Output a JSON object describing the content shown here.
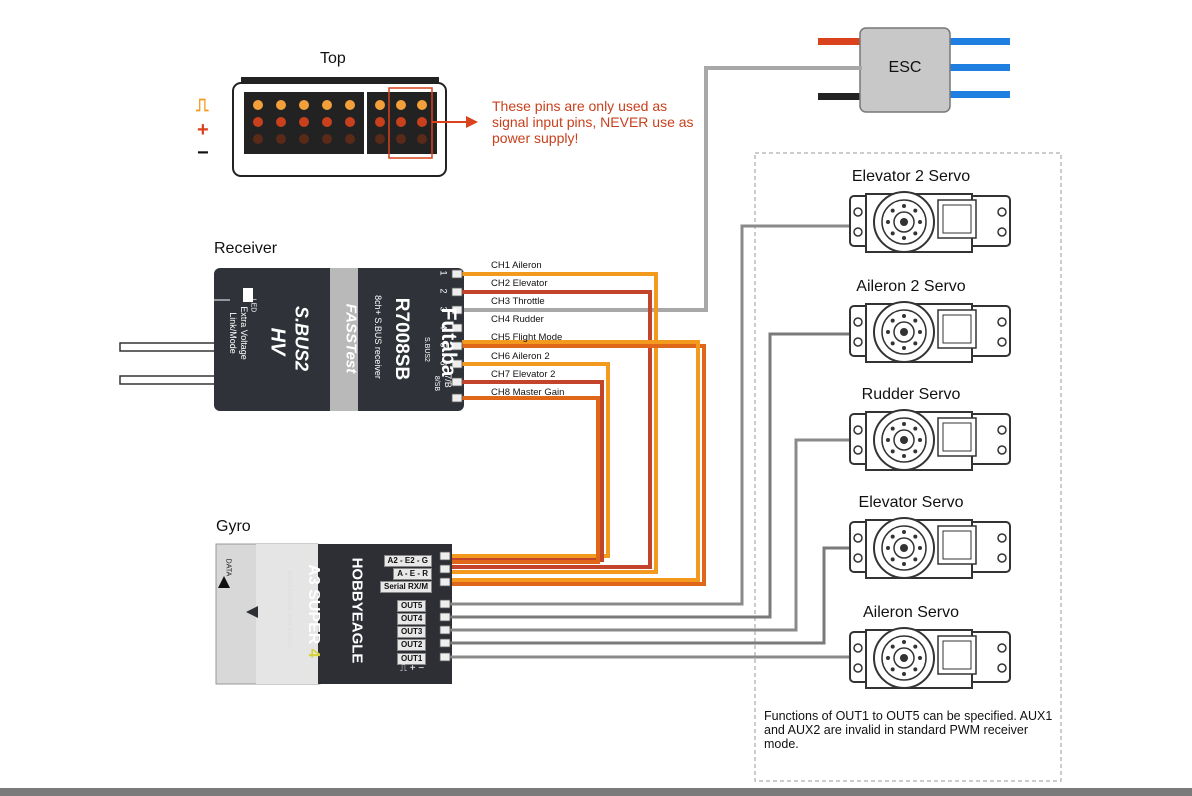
{
  "top_section": {
    "title": "Top",
    "symbols": {
      "signal": "⎍",
      "plus": "+",
      "minus": "−"
    },
    "note": "These pins are only used as signal input pins, NEVER use as power supply!"
  },
  "esc": {
    "label": "ESC"
  },
  "receiver": {
    "title": "Receiver",
    "brand": "Futaba",
    "model": "R7008SB",
    "subtitle": "8ch+ S.BUS receiver",
    "fasst": "FASSTest",
    "sbus2": "S.BUS2",
    "hv": "HV",
    "led_label": "LED",
    "extra_voltage": "Extra Voltage",
    "link_mode": "Link/Mode",
    "pin_numbers": [
      "1",
      "2",
      "3",
      "4",
      "5",
      "6",
      "7/B"
    ],
    "port_8sb": "8/SB",
    "port_sbus2": "S.BUS2",
    "channels": [
      "CH1 Aileron",
      "CH2 Elevator",
      "CH3 Throttle",
      "CH4 Rudder",
      "CH5 Flight Mode",
      "CH6 Aileron 2",
      "CH7 Elevator 2",
      "CH8 Master Gain"
    ]
  },
  "gyro": {
    "title": "Gyro",
    "brand": "HOBBYEAGLE",
    "model": "A3 SUPER",
    "model_num": "4",
    "subtitle": "6-Axis Airplane Gyro System",
    "data_label": "DATA",
    "inputs": [
      "A2 - E2 - G",
      "A - E - R",
      "Serial RX/M"
    ],
    "outputs": [
      "OUT5",
      "OUT4",
      "OUT3",
      "OUT2",
      "OUT1"
    ],
    "pin_legend": "⎍ + −"
  },
  "servos": [
    "Elevator 2 Servo",
    "Aileron 2 Servo",
    "Rudder Servo",
    "Elevator Servo",
    "Aileron Servo"
  ],
  "footer_note": "Functions of OUT1 to OUT5 can be specified. AUX1 and AUX2 are invalid in standard PWM receiver mode.",
  "colors": {
    "orange": "#f39a1e",
    "orange_dark": "#e0661a",
    "red_brown": "#c3442a",
    "wire_grey": "#8a8a8a",
    "wire_dark": "#5a5a5a",
    "blue": "#1e7fe0",
    "esc_red": "#d9421c"
  }
}
